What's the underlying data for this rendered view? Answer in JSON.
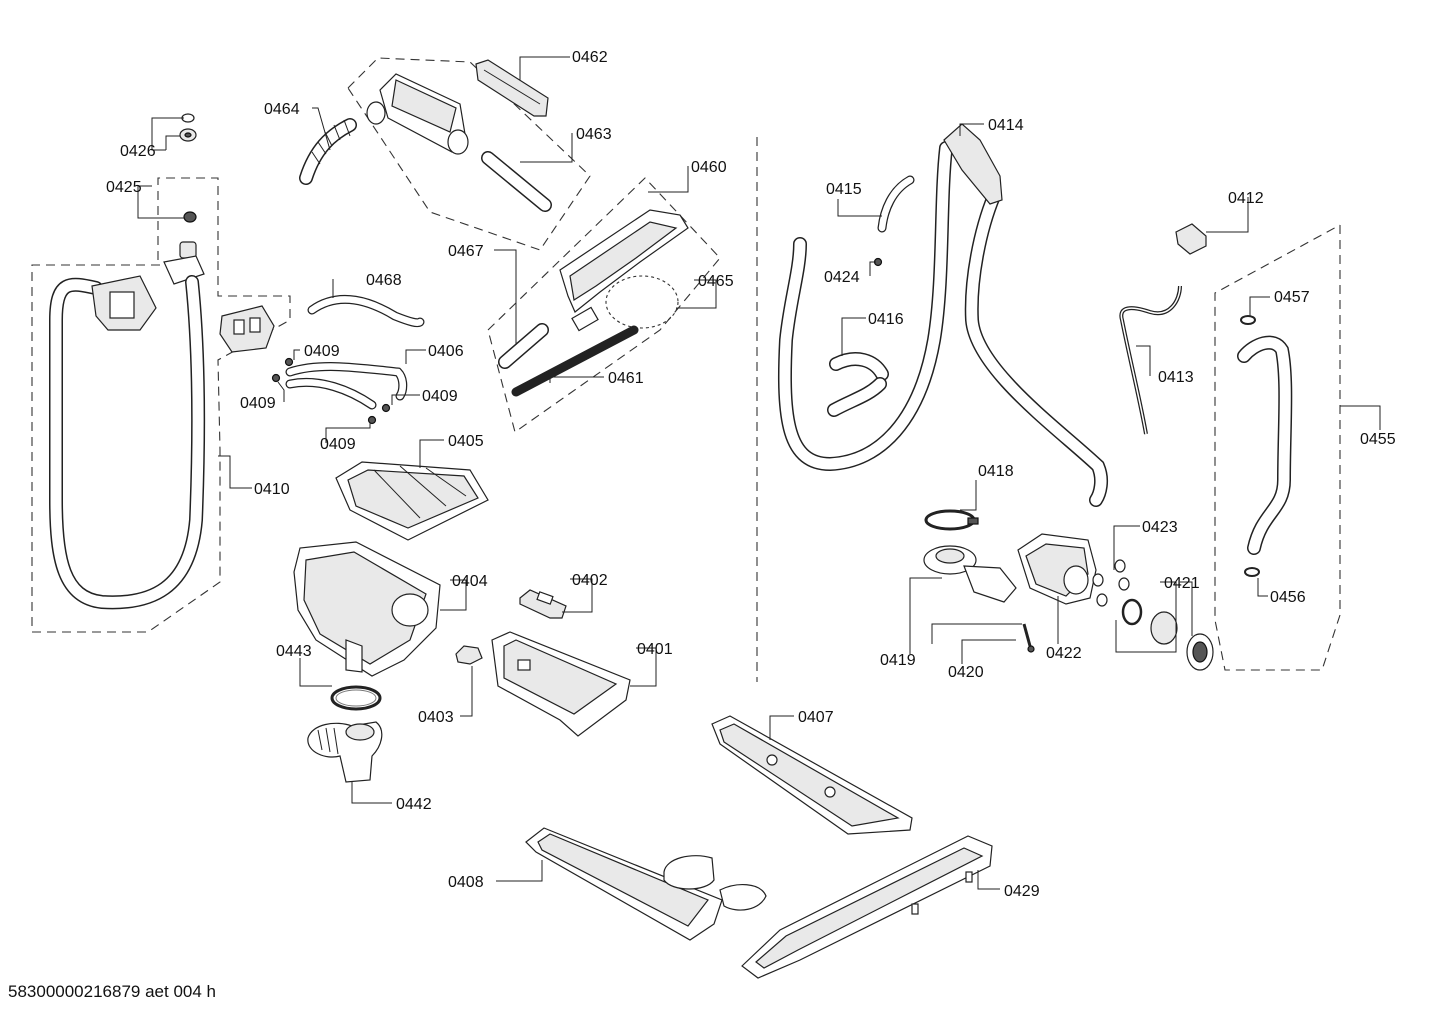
{
  "diagram": {
    "footer_code": "58300000216879 aet 004 h",
    "labels": {
      "l0462": "0462",
      "l0464": "0464",
      "l0463": "0463",
      "l0426": "0426",
      "l0425": "0425",
      "l0460": "0460",
      "l0467": "0467",
      "l0468": "0468",
      "l0465": "0465",
      "l0409a": "0409",
      "l0406": "0406",
      "l0409b": "0409",
      "l0409c": "0409",
      "l0409d": "0409",
      "l0461": "0461",
      "l0405": "0405",
      "l0410": "0410",
      "l0404": "0404",
      "l0402": "0402",
      "l0443": "0443",
      "l0401": "0401",
      "l0403": "0403",
      "l0442": "0442",
      "l0407": "0407",
      "l0408": "0408",
      "l0429": "0429",
      "l0414": "0414",
      "l0415": "0415",
      "l0412": "0412",
      "l0424": "0424",
      "l0416": "0416",
      "l0457": "0457",
      "l0413": "0413",
      "l0455": "0455",
      "l0418": "0418",
      "l0423": "0423",
      "l0421": "0421",
      "l0456": "0456",
      "l0419": "0419",
      "l0420": "0420",
      "l0422": "0422"
    }
  }
}
